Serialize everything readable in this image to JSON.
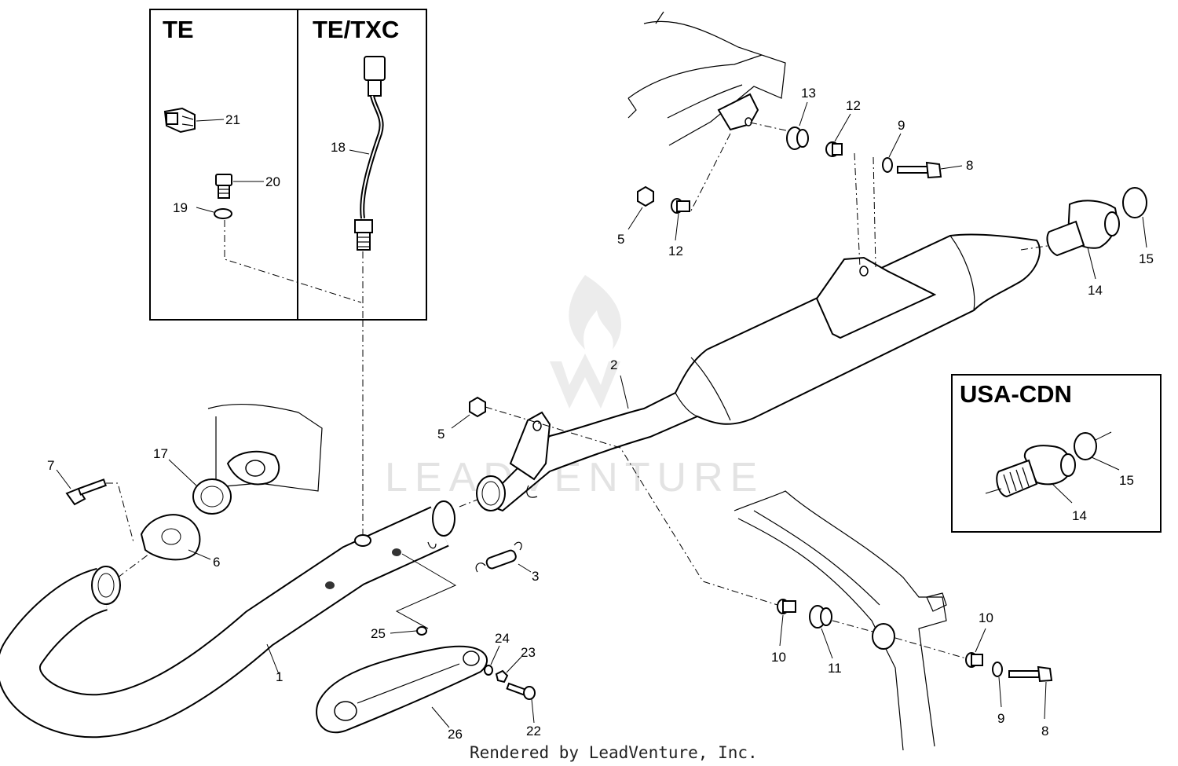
{
  "variant_boxes": {
    "te": "TE",
    "te_txc": "TE/TXC",
    "usa_cdn": "USA-CDN"
  },
  "watermark": "LEADVENTURE",
  "footer": "Rendered by LeadVenture, Inc.",
  "callouts": {
    "c1": "1",
    "c2": "2",
    "c3": "3",
    "c5a": "5",
    "c5b": "5",
    "c6": "6",
    "c7": "7",
    "c8a": "8",
    "c8b": "8",
    "c9a": "9",
    "c9b": "9",
    "c10a": "10",
    "c10b": "10",
    "c11": "11",
    "c12a": "12",
    "c12b": "12",
    "c13": "13",
    "c14a": "14",
    "c14b": "14",
    "c15a": "15",
    "c15b": "15",
    "c17": "17",
    "c18": "18",
    "c19": "19",
    "c20": "20",
    "c21": "21",
    "c22": "22",
    "c23": "23",
    "c24": "24",
    "c25": "25",
    "c26": "26"
  }
}
